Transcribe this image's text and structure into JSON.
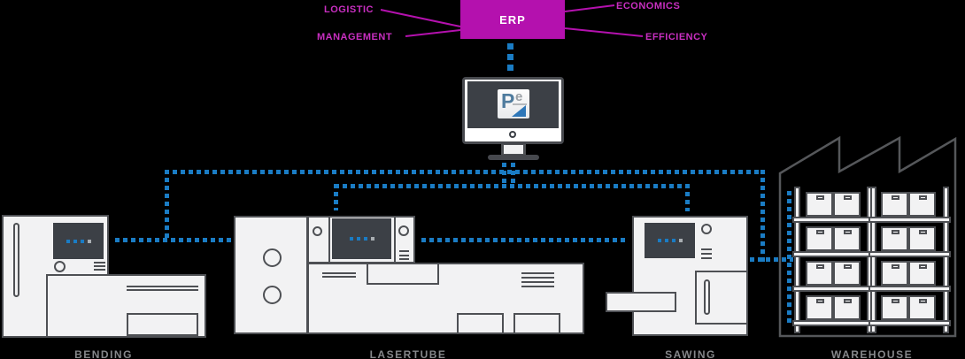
{
  "colors": {
    "background": "#000000",
    "connection_blue": "#1a7cc4",
    "erp_box_magenta": "#b411ae",
    "term_label_magenta": "#c92fc1",
    "machine_fill": "#f2f2f3",
    "machine_outline": "#4e5054",
    "screen_dark": "#3c4046",
    "machine_label_gray": "#85878a",
    "logo_p_blue": "#4f7c9e",
    "logo_e_gray": "#9aa0a5",
    "logo_triangle_blue": "#2e77b8"
  },
  "erp": {
    "label": "ERP",
    "terms": [
      {
        "id": "logistic",
        "label": "LOGISTIC"
      },
      {
        "id": "management",
        "label": "MANAGEMENT"
      },
      {
        "id": "economics",
        "label": "ECONOMICS"
      },
      {
        "id": "efficiency",
        "label": "EFFICIENCY"
      }
    ]
  },
  "software": {
    "logo_p": "P",
    "logo_e": "e"
  },
  "machines": [
    {
      "id": "bending",
      "label": "BENDING"
    },
    {
      "id": "lasertube",
      "label": "LASERTUBE"
    },
    {
      "id": "sawing",
      "label": "SAWING"
    },
    {
      "id": "warehouse",
      "label": "WAREHOUSE"
    }
  ]
}
